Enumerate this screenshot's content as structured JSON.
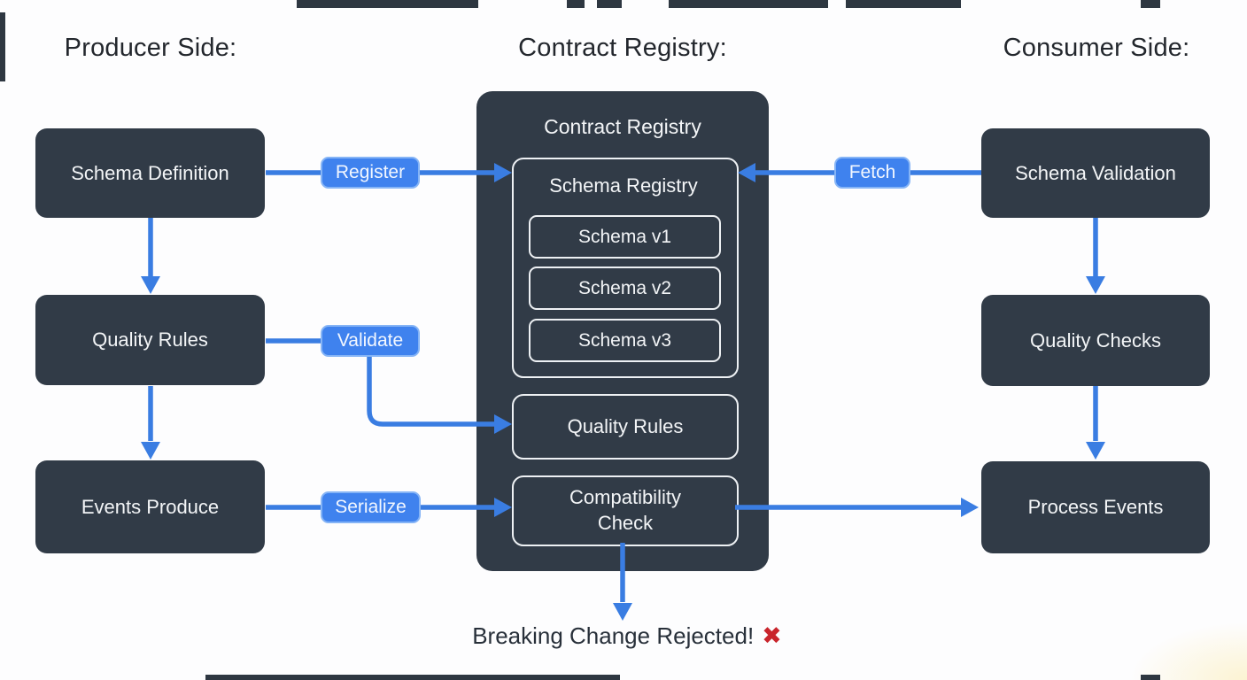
{
  "headers": {
    "producer": "Producer Side:",
    "registry": "Contract Registry:",
    "consumer": "Consumer Side:"
  },
  "producer_nodes": {
    "schema_definition": "Schema Definition",
    "quality_rules": "Quality Rules",
    "events_produce": "Events Produce"
  },
  "registry": {
    "title": "Contract Registry",
    "schema_registry_title": "Schema Registry",
    "versions": [
      "Schema v1",
      "Schema v2",
      "Schema v3"
    ],
    "quality_rules": "Quality Rules",
    "compatibility_check": "Compatibility Check"
  },
  "consumer_nodes": {
    "schema_validation": "Schema Validation",
    "quality_checks": "Quality Checks",
    "process_events": "Process Events"
  },
  "edge_labels": {
    "register": "Register",
    "validate": "Validate",
    "serialize": "Serialize",
    "fetch": "Fetch"
  },
  "annotation": {
    "text": "Breaking Change Rejected!",
    "icon": "✖"
  },
  "colors": {
    "node_fill": "#313b47",
    "arrow_blue": "#3a7de2",
    "badge_blue": "#3f82ee",
    "badge_border": "#85b4f6",
    "reject_red": "#c9252c",
    "heading_text": "#23272d",
    "node_text": "#f3f5f7",
    "background": "#fdfdfe"
  }
}
